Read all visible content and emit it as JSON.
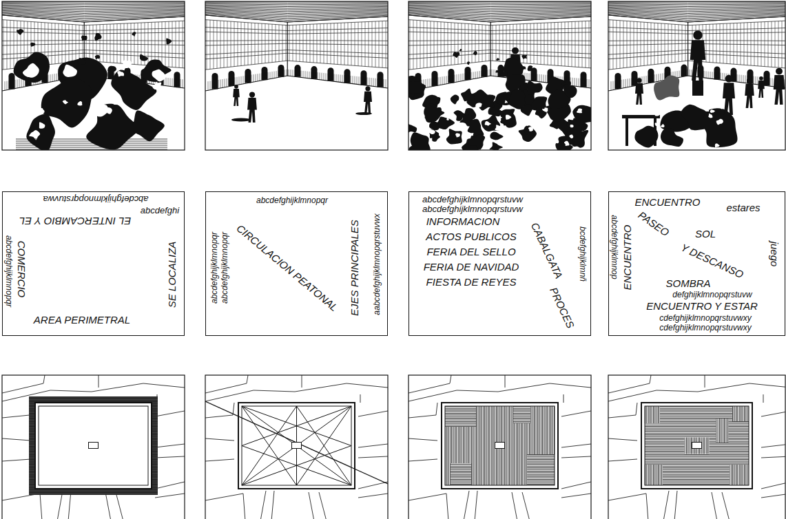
{
  "diagram": {
    "nodes": [
      {
        "text": [
          "abcdefghijklmnopqrstuvwa",
          "abcdefghi",
          "EL INTERCAMBIO Y EL",
          "COMERCIO",
          "abcdefghijklmnopqr",
          "SE LOCALIZA",
          "AREA PERIMETRAL"
        ]
      },
      {
        "text": [
          "abcdefghijklmnopqr",
          "abcdefghijklmnopqr",
          "CIRCULACION PEATONAL",
          "abcdefghijklmnopqr",
          "EJES PRINCIPALES",
          "aabcdefghijklmnopqrstuvwx"
        ]
      },
      {
        "text": [
          "abcdefghijklmnopqrstuvw",
          "abcdefghijklmnopqrstuvw",
          "INFORMACION",
          "CABALGATA",
          "ACTOS PUBLICOS",
          "FERIA DEL SELLO",
          "FERIA DE NAVIDAD",
          "FIESTA DE REYES",
          "PROCES",
          "bcdefghijklmnñ"
        ]
      },
      {
        "text": [
          "abcdefghijklmnop",
          "ENCUENTRO",
          "estares",
          "PASEO",
          "SOL",
          "ENCUENTRO",
          "Y DESCANSO",
          "juego",
          "SOMBRA",
          "defghijklmnopqrstuvw",
          "ENCUENTRO Y ESTAR",
          "cdefghijklmnopqrstuvwxy",
          "cdefghijklmnopqrstuvwxy"
        ]
      }
    ]
  }
}
